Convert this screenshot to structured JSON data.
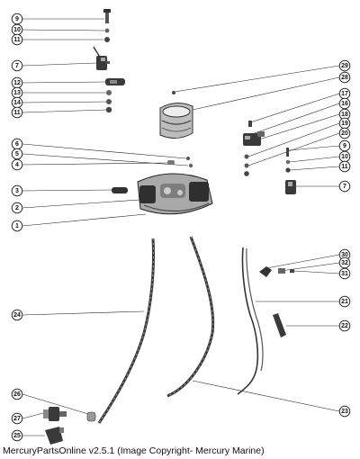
{
  "diagram": {
    "left_callouts": [
      {
        "label": "9"
      },
      {
        "label": "10"
      },
      {
        "label": "11"
      },
      {
        "label": "7"
      },
      {
        "label": "12"
      },
      {
        "label": "13"
      },
      {
        "label": "14"
      },
      {
        "label": "11"
      },
      {
        "label": "6"
      },
      {
        "label": "5"
      },
      {
        "label": "4"
      },
      {
        "label": "3"
      },
      {
        "label": "2"
      },
      {
        "label": "1"
      },
      {
        "label": "24"
      },
      {
        "label": "26"
      },
      {
        "label": "27"
      },
      {
        "label": "25"
      }
    ],
    "right_callouts": [
      {
        "label": "29"
      },
      {
        "label": "28"
      },
      {
        "label": "17"
      },
      {
        "label": "16"
      },
      {
        "label": "18"
      },
      {
        "label": "19"
      },
      {
        "label": "20"
      },
      {
        "label": "9"
      },
      {
        "label": "10"
      },
      {
        "label": "11"
      },
      {
        "label": "7"
      },
      {
        "label": "30"
      },
      {
        "label": "32"
      },
      {
        "label": "31"
      },
      {
        "label": "21"
      },
      {
        "label": "22"
      },
      {
        "label": "23"
      }
    ]
  },
  "footer": {
    "caption": "MercuryPartsOnline v2.5.1 (Image Copyright- Mercury Marine)"
  },
  "colors": {
    "ink": "#111111",
    "part_dark": "#3a3a3a",
    "part_mid": "#7a7a7a",
    "part_light": "#c8c8c8"
  }
}
